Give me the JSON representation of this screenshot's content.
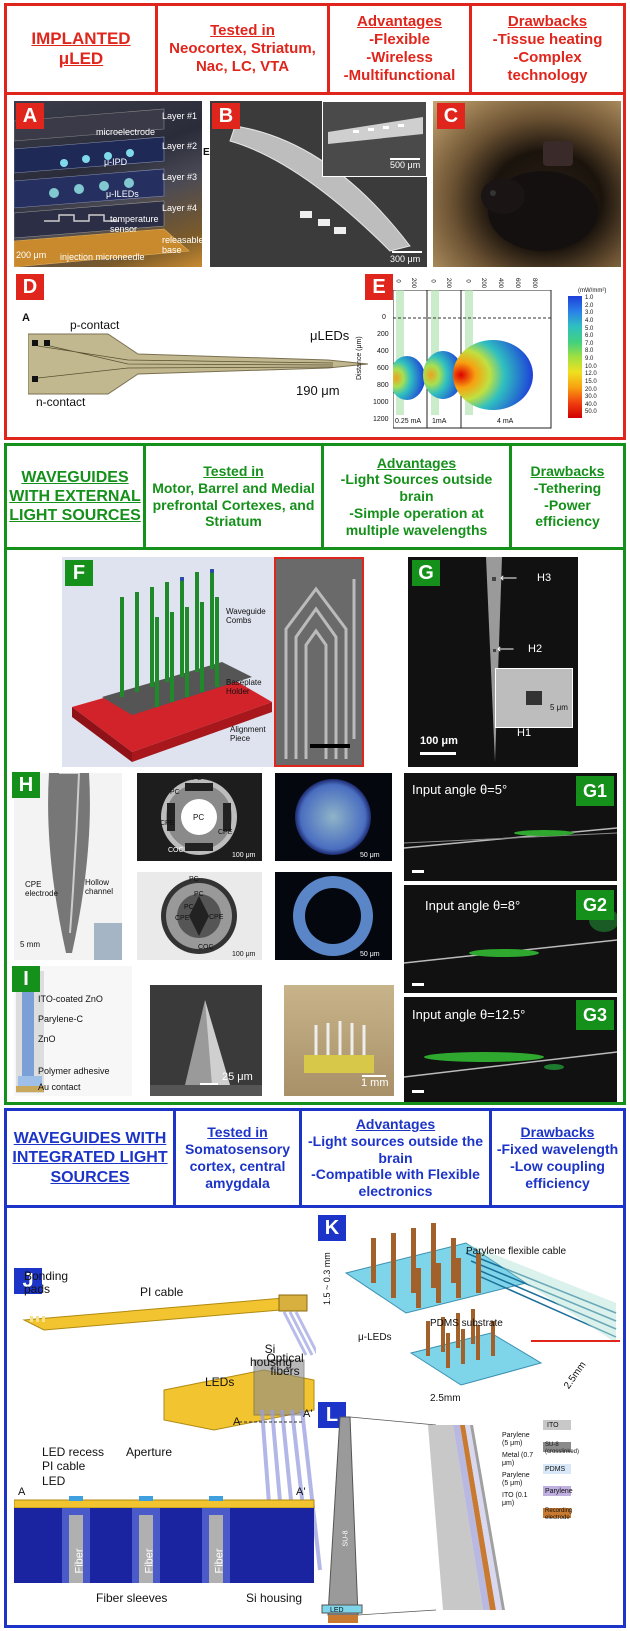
{
  "section1": {
    "title_line1": "IMPLANTED",
    "title_line2": "μLED",
    "tested_header": "Tested in",
    "tested_body": "Neocortex, Striatum, Nac, LC, VTA",
    "adv_header": "Advantages",
    "adv_items": [
      "-Flexible",
      "-Wireless",
      "-Multifunctional"
    ],
    "draw_header": "Drawbacks",
    "draw_items": [
      "-Tissue heating",
      "-Complex technology"
    ],
    "panels": {
      "A": {
        "letter": "A",
        "labels": [
          "Layer #1",
          "microelectrode",
          "Layer #2",
          "μ-IPD",
          "Layer #3",
          "μ-ILEDs",
          "Layer #4",
          "temperature sensor",
          "releasable base",
          "injection microneedle",
          "200 μm",
          "E"
        ]
      },
      "B": {
        "letter": "B",
        "inset_scale": "500 μm",
        "scale": "300 μm"
      },
      "C": {
        "letter": "C"
      },
      "D": {
        "letter": "D",
        "sublabel": "A",
        "p_contact": "p-contact",
        "n_contact": "n-contact",
        "leds": "μLEDs",
        "scale": "190 μm"
      },
      "E": {
        "letter": "E",
        "ylabel": "Distance (μm)",
        "yticks": [
          "0",
          "200",
          "400",
          "600",
          "800",
          "1000",
          "1200"
        ],
        "conditions": [
          "0.25 mA",
          "1mA",
          "4 mA"
        ],
        "xticks_a": [
          "0",
          "200"
        ],
        "xticks_b": [
          "0",
          "200"
        ],
        "xticks_c": [
          "0",
          "200",
          "400",
          "600",
          "800"
        ],
        "unit": "(mW/mm²)",
        "scale_values": [
          "1.0",
          "2.0",
          "3.0",
          "4.0",
          "5.0",
          "6.0",
          "7.0",
          "8.0",
          "9.0",
          "10.0",
          "12.0",
          "15.0",
          "20.0",
          "30.0",
          "40.0",
          "50.0"
        ]
      }
    }
  },
  "section2": {
    "title_line1": "WAVEGUIDES",
    "title_line2": "WITH EXTERNAL",
    "title_line3": "LIGHT SOURCES",
    "tested_header": "Tested in",
    "tested_body": "Motor, Barrel and Medial prefrontal Cortexes, and Striatum",
    "adv_header": "Advantages",
    "adv_items": [
      "-Light Sources outside brain",
      "-Simple operation at multiple wavelengths"
    ],
    "draw_header": "Drawbacks",
    "draw_items": [
      "-Tethering",
      "-Power efficiency"
    ],
    "panels": {
      "F": {
        "letter": "F",
        "labels": [
          "Waveguide Combs",
          "Baseplate Holder",
          "Alignment Piece"
        ]
      },
      "G": {
        "letter": "G",
        "labels": [
          "H3",
          "H2",
          "H1"
        ],
        "scale": "100 μm",
        "inset_scale": "5 μm"
      },
      "H": {
        "letter": "H",
        "labels": [
          "CPE electrode",
          "Hollow channel",
          "5 mm",
          "PC",
          "PC",
          "PC",
          "CPE",
          "CPE",
          "COC",
          "100 μm",
          "50 μm",
          "PC",
          "PC",
          "PC",
          "CPE",
          "CPE",
          "COC",
          "100 μm",
          "50 μm"
        ]
      },
      "G1": {
        "letter": "G1",
        "caption": "Input angle θ=5°"
      },
      "G2": {
        "letter": "G2",
        "caption": "Input angle θ=8°"
      },
      "G3": {
        "letter": "G3",
        "caption": "Input angle θ=12.5°"
      },
      "I": {
        "letter": "I",
        "labels": [
          "ITO-coated ZnO",
          "Parylene-C",
          "ZnO",
          "Polymer adhesive",
          "Au contact"
        ],
        "scale1": "25 μm",
        "scale2": "1 mm"
      }
    }
  },
  "section3": {
    "title_line1": "WAVEGUIDES WITH",
    "title_line2": "INTEGRATED LIGHT",
    "title_line3": "SOURCES",
    "tested_header": "Tested in",
    "tested_body": "Somatosensory cortex, central amygdala",
    "adv_header": "Advantages",
    "adv_items": [
      "-Light sources outside the brain",
      "-Compatible with Flexible electronics"
    ],
    "draw_header": "Drawbacks",
    "draw_items": [
      "-Fixed wavelength",
      "-Low coupling efficiency"
    ],
    "panels": {
      "J": {
        "letter": "J",
        "labels": [
          "Bonding pads",
          "PI cable",
          "Si housing",
          "Optical fibers",
          "LEDs",
          "A",
          "A'",
          "LED recess",
          "Aperture",
          "PI cable",
          "LED",
          "A",
          "A'",
          "Fiber",
          "Fiber",
          "Fiber",
          "Fiber sleeves",
          "Si housing"
        ]
      },
      "K": {
        "letter": "K",
        "labels": [
          "Parylene flexible cable",
          "1.5 ~ 0.3 mm",
          "PDMS substrate",
          "μ-LEDs",
          "2.5mm",
          "2.5mm"
        ]
      },
      "L": {
        "letter": "L",
        "labels": [
          "Parylene (5 μm)",
          "Metal (0.7 μm)",
          "Parylene (5 μm)",
          "ITO (0.1 μm)",
          "ITO",
          "SU-8 (crosslinked)",
          "PDMS",
          "Parylene",
          "Recording electrode",
          "LED",
          "SU-8"
        ]
      }
    }
  },
  "colors": {
    "red": "#e0261c",
    "green": "#15901a",
    "blue": "#1c34c8"
  }
}
